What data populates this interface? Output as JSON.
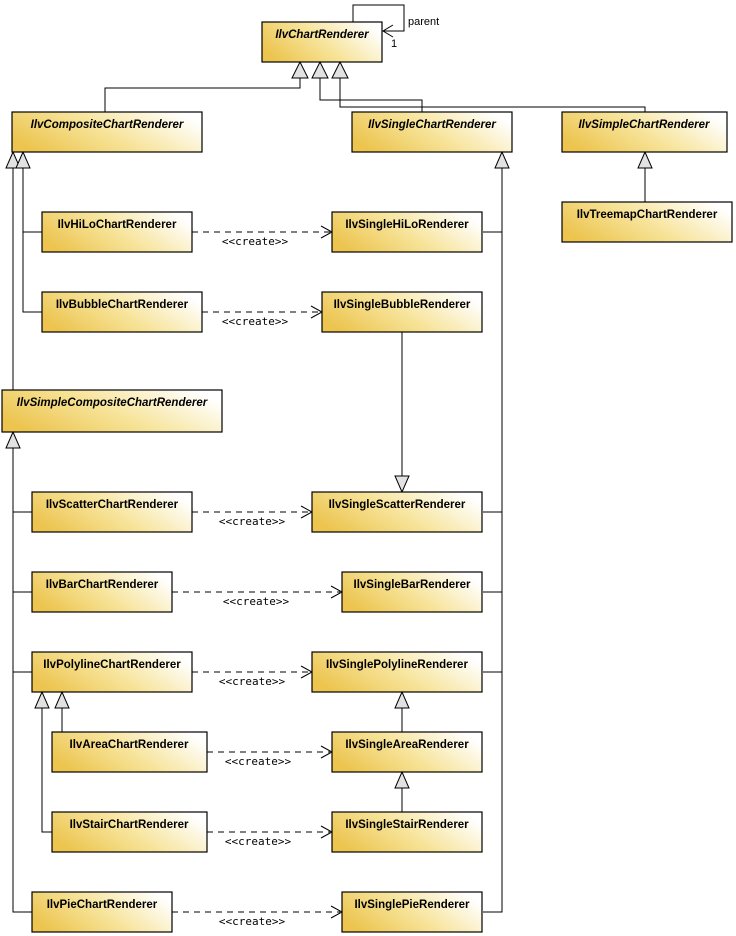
{
  "diagram": {
    "type": "uml-class-diagram",
    "classes": {
      "chart": {
        "name": "IlvChartRenderer",
        "abstract": true
      },
      "composite": {
        "name": "IlvCompositeChartRenderer",
        "abstract": true
      },
      "single": {
        "name": "IlvSingleChartRenderer",
        "abstract": true
      },
      "simple": {
        "name": "IlvSimpleChartRenderer",
        "abstract": true
      },
      "treemap": {
        "name": "IlvTreemapChartRenderer",
        "abstract": false
      },
      "hilo": {
        "name": "IlvHiLoChartRenderer",
        "abstract": false
      },
      "single_hilo": {
        "name": "IlvSingleHiLoRenderer",
        "abstract": false
      },
      "bubble": {
        "name": "IlvBubbleChartRenderer",
        "abstract": false
      },
      "single_bubble": {
        "name": "IlvSingleBubbleRenderer",
        "abstract": false
      },
      "simple_composite": {
        "name": "IlvSimpleCompositeChartRenderer",
        "abstract": true
      },
      "scatter": {
        "name": "IlvScatterChartRenderer",
        "abstract": false
      },
      "single_scatter": {
        "name": "IlvSingleScatterRenderer",
        "abstract": false
      },
      "bar": {
        "name": "IlvBarChartRenderer",
        "abstract": false
      },
      "single_bar": {
        "name": "IlvSingleBarRenderer",
        "abstract": false
      },
      "polyline": {
        "name": "IlvPolylineChartRenderer",
        "abstract": false
      },
      "single_polyline": {
        "name": "IlvSinglePolylineRenderer",
        "abstract": false
      },
      "area": {
        "name": "IlvAreaChartRenderer",
        "abstract": false
      },
      "single_area": {
        "name": "IlvSingleAreaRenderer",
        "abstract": false
      },
      "stair": {
        "name": "IlvStairChartRenderer",
        "abstract": false
      },
      "single_stair": {
        "name": "IlvSingleStairRenderer",
        "abstract": false
      },
      "pie": {
        "name": "IlvPieChartRenderer",
        "abstract": false
      },
      "single_pie": {
        "name": "IlvSinglePieRenderer",
        "abstract": false
      }
    },
    "labels": {
      "create": "<<create>>",
      "parent": "parent",
      "parent_multiplicity": "1"
    },
    "colors": {
      "box_gradient_start": "#ECC44E",
      "box_gradient_mid": "#F7E49B",
      "box_gradient_end": "#FFFFFF",
      "border": "#000000",
      "triangle_fill": "#E2E2E2",
      "background": "#FFFFFF"
    }
  }
}
